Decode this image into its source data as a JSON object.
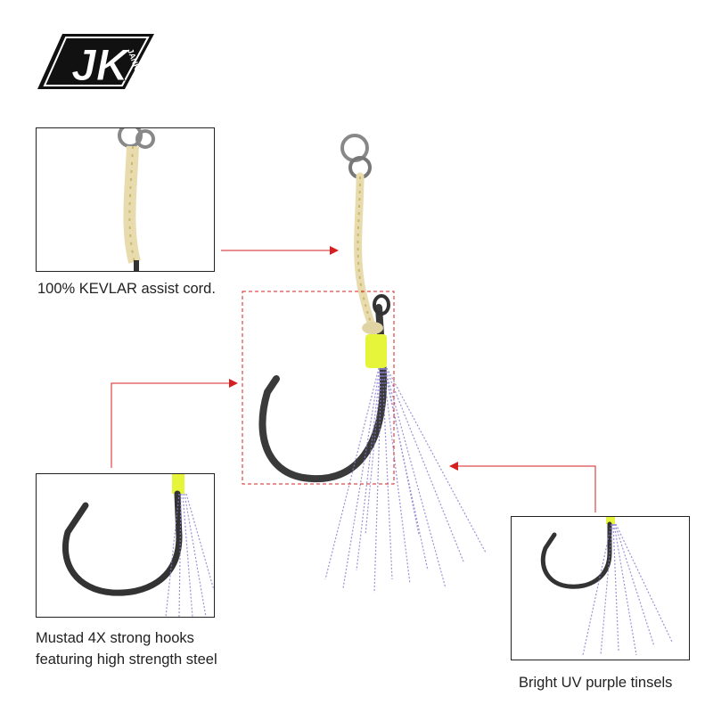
{
  "brand": {
    "logo_text": "JK",
    "logo_subtext": "JANKER"
  },
  "callouts": [
    {
      "label": "100% KEVLAR assist cord."
    },
    {
      "label_line1": "Mustad 4X strong hooks",
      "label_line2": "featuring high strength steel"
    },
    {
      "label": "Bright UV purple tinsels"
    }
  ],
  "colors": {
    "accent": "#d42020",
    "wrap": "#e6f53a",
    "tinsel": "#8a7fd0",
    "cord": "#e8dcae"
  }
}
